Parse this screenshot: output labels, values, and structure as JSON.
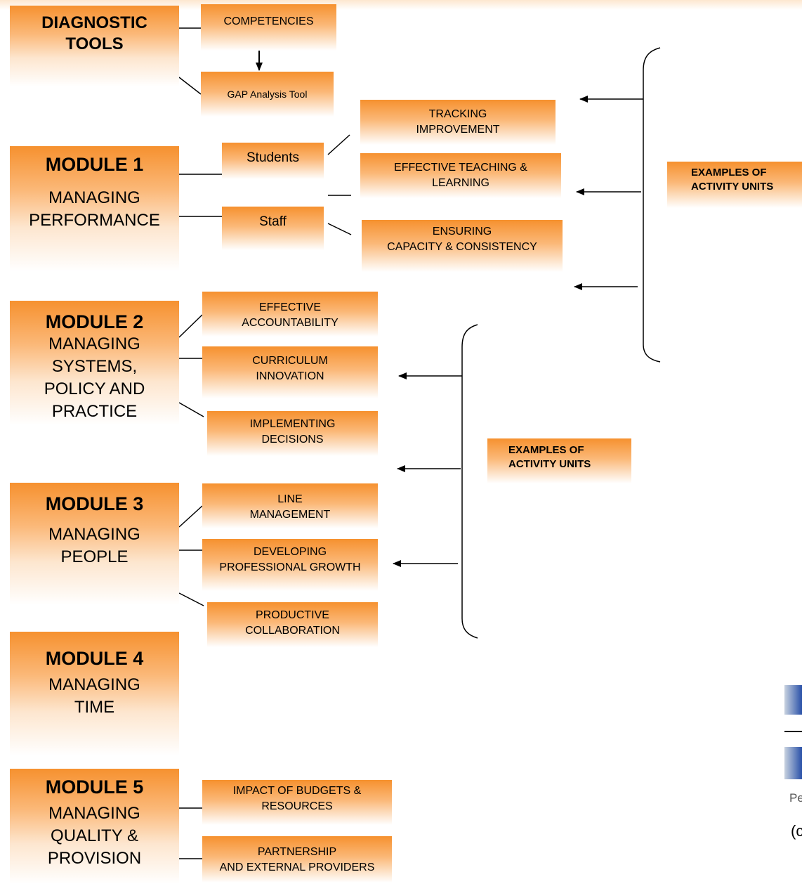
{
  "diagnostic": {
    "title_line1": "DIAGNOSTIC",
    "title_line2": "TOOLS"
  },
  "tools": {
    "competencies": "COMPETENCIES",
    "gap": "GAP Analysis Tool"
  },
  "module1": {
    "title": "MODULE 1",
    "subtitle_line1": "MANAGING",
    "subtitle_line2": "PERFORMANCE",
    "students": "Students",
    "staff": "Staff",
    "activities": [
      {
        "line1": "TRACKING",
        "line2": "IMPROVEMENT"
      },
      {
        "line1": "EFFECTIVE TEACHING &",
        "line2": "LEARNING"
      },
      {
        "line1": "ENSURING",
        "line2": "CAPACITY & CONSISTENCY"
      }
    ]
  },
  "module2": {
    "title": "MODULE  2",
    "subtitle_line1": "MANAGING",
    "subtitle_line2": "SYSTEMS,",
    "subtitle_line3": "POLICY AND",
    "subtitle_line4": "PRACTICE",
    "activities": [
      {
        "line1": "EFFECTIVE",
        "line2": "ACCOUNTABILITY"
      },
      {
        "line1": "CURRICULUM",
        "line2": "INNOVATION"
      },
      {
        "line1": "IMPLEMENTING",
        "line2": "DECISIONS"
      }
    ]
  },
  "module3": {
    "title": "MODULE 3",
    "subtitle_line1": "MANAGING",
    "subtitle_line2": "PEOPLE",
    "activities": [
      {
        "line1": "LINE",
        "line2": "MANAGEMENT"
      },
      {
        "line1": "DEVELOPING",
        "line2": "PROFESSIONAL GROWTH"
      },
      {
        "line1": "PRODUCTIVE",
        "line2": "COLLABORATION"
      }
    ]
  },
  "module4": {
    "title": "MODULE 4",
    "subtitle_line1": "MANAGING",
    "subtitle_line2": "TIME"
  },
  "module5": {
    "title": "MODULE 5",
    "subtitle_line1": "MANAGING",
    "subtitle_line2": "QUALITY &",
    "subtitle_line3": "PROVISION",
    "activities": [
      {
        "line1": "IMPACT OF BUDGETS &",
        "line2": "RESOURCES"
      },
      {
        "line1": "PARTNERSHIP",
        "line2": "AND EXTERNAL PROVIDERS"
      }
    ]
  },
  "examples_label": {
    "line1": "EXAMPLES OF",
    "line2": "ACTIVITY  UNITS"
  },
  "corner": {
    "text1": "Pe",
    "text2": "(c"
  },
  "colors": {
    "orange": "#f6912f",
    "light_orange": "#fde6cf",
    "logo_blue": "#2950a8"
  }
}
